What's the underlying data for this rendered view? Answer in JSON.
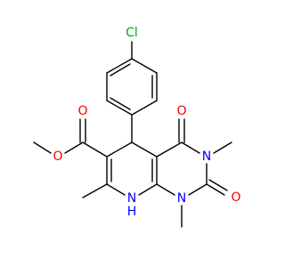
{
  "colors": {
    "carbon_bond": "#000000",
    "oxygen": "#ff0000",
    "nitrogen": "#0000ff",
    "chlorine": "#00aa00",
    "background": "#ffffff"
  },
  "atoms": {
    "cl": "Cl",
    "o_ester_carbonyl": "O",
    "o_ester": "O",
    "o_c4": "O",
    "o_c2": "O",
    "n3": "N",
    "n1": "N",
    "n8": "N",
    "h8": "H"
  }
}
